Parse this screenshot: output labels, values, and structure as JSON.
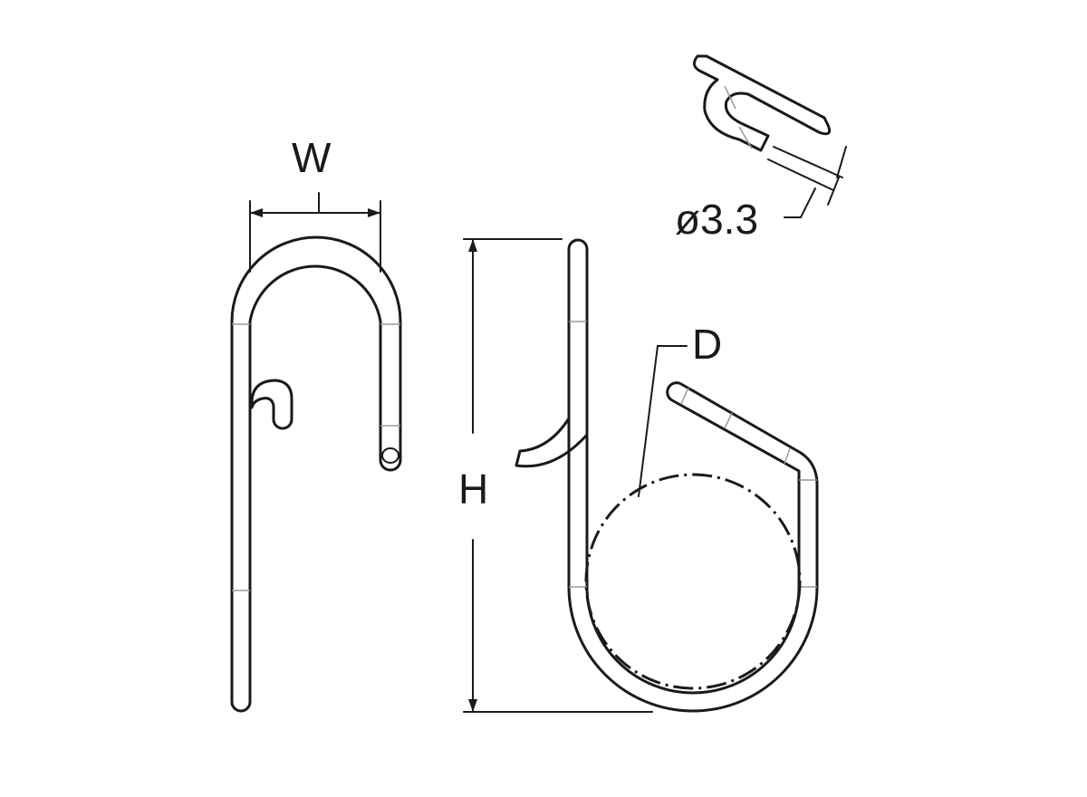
{
  "diagram": {
    "labels": {
      "width": "W",
      "height": "H",
      "diameter": "D",
      "wire_diameter": "ø3.3"
    },
    "colors": {
      "line": "#1a1a1a",
      "background": "#ffffff"
    }
  }
}
